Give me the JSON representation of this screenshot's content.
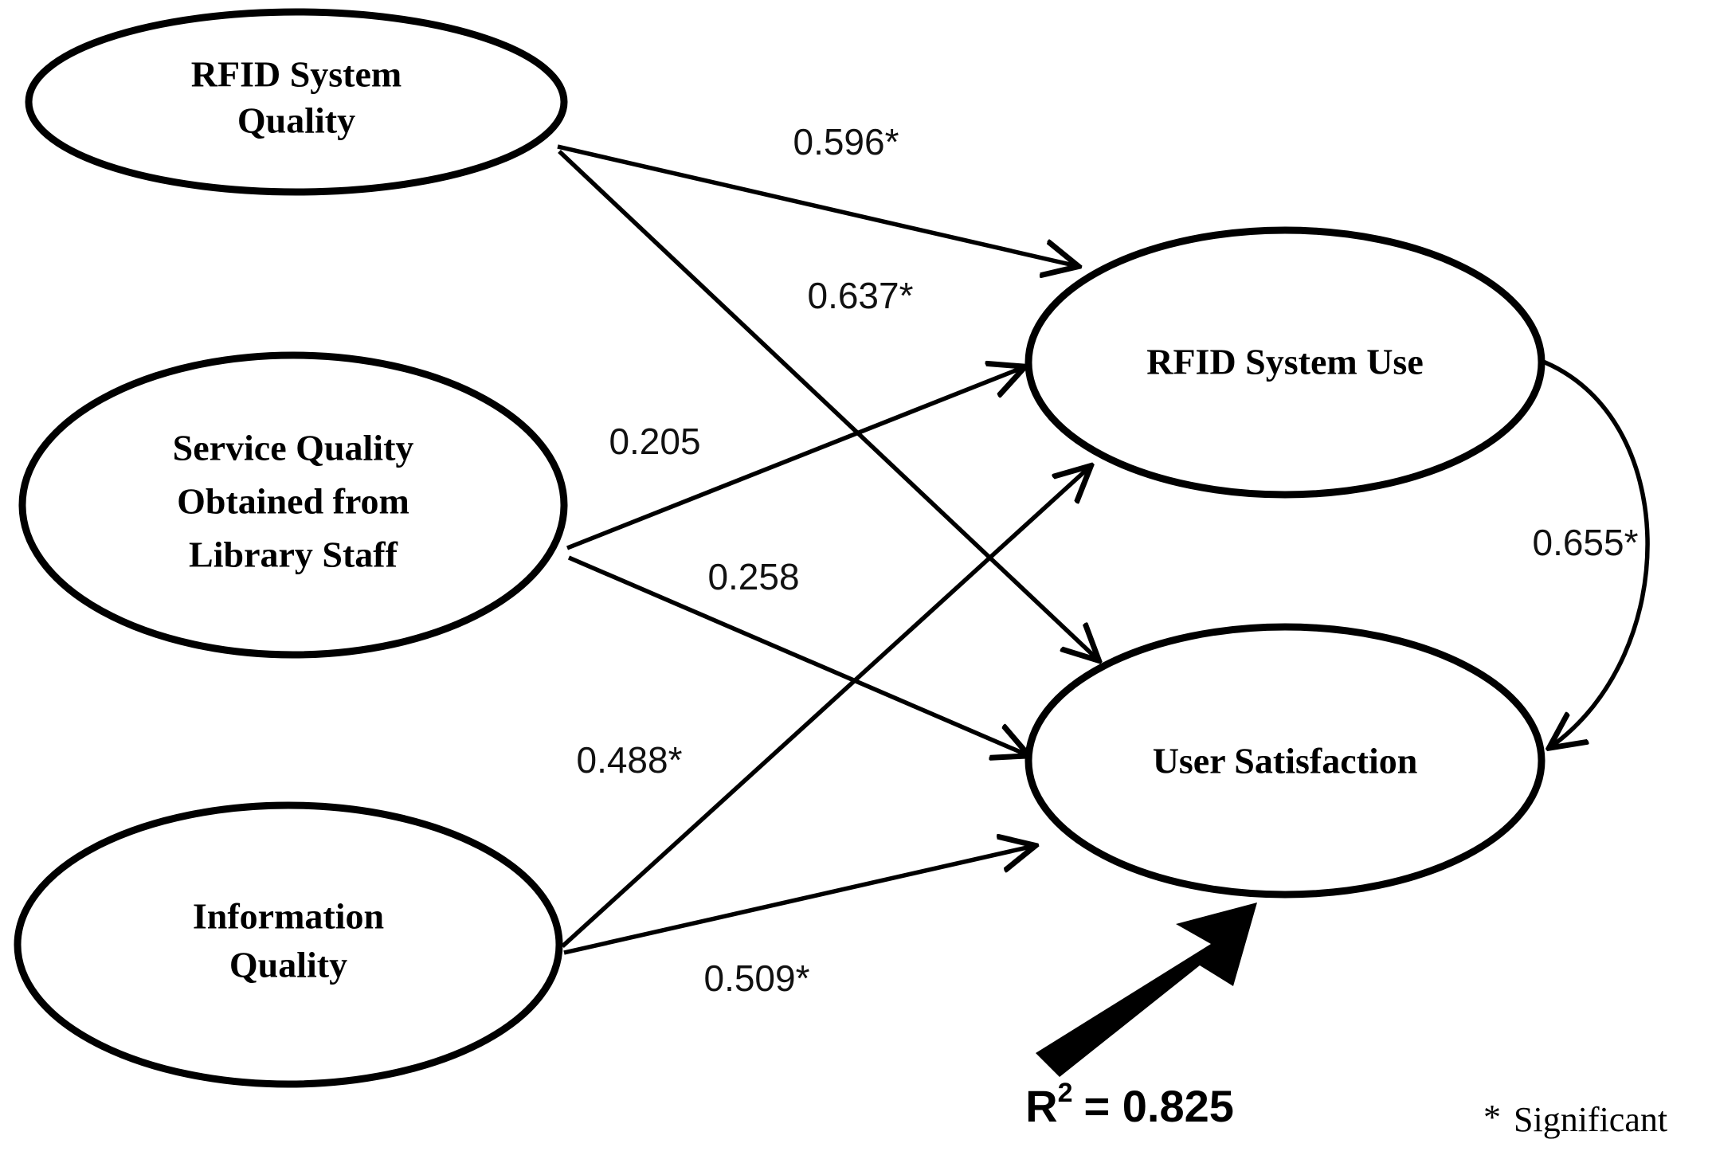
{
  "diagram": {
    "title": "RFID System Success Model Path Diagram",
    "line_color": "#000000",
    "background_color": "#ffffff"
  },
  "nodes": [
    {
      "id": "rfid-system-quality",
      "lines": [
        "RFID System",
        "Quality"
      ]
    },
    {
      "id": "service-quality",
      "lines": [
        "Service Quality",
        "Obtained from",
        "Library Staff"
      ]
    },
    {
      "id": "information-quality",
      "lines": [
        "Information",
        "Quality"
      ]
    },
    {
      "id": "rfid-system-use",
      "lines": [
        "RFID System Use"
      ]
    },
    {
      "id": "user-satisfaction",
      "lines": [
        "User Satisfaction"
      ]
    }
  ],
  "paths": [
    {
      "id": "sysq-to-use",
      "from": "rfid-system-quality",
      "to": "rfid-system-use",
      "coefficient": "0.596*",
      "significant": true
    },
    {
      "id": "sysq-to-sat",
      "from": "rfid-system-quality",
      "to": "user-satisfaction",
      "coefficient": "0.637*",
      "significant": true
    },
    {
      "id": "servq-to-use",
      "from": "service-quality",
      "to": "rfid-system-use",
      "coefficient": "0.205",
      "significant": false
    },
    {
      "id": "servq-to-sat",
      "from": "service-quality",
      "to": "user-satisfaction",
      "coefficient": "0.258",
      "significant": false
    },
    {
      "id": "infoq-to-use",
      "from": "information-quality",
      "to": "rfid-system-use",
      "coefficient": "0.488*",
      "significant": true
    },
    {
      "id": "infoq-to-sat",
      "from": "information-quality",
      "to": "user-satisfaction",
      "coefficient": "0.509*",
      "significant": true
    },
    {
      "id": "use-to-sat",
      "from": "rfid-system-use",
      "to": "user-satisfaction",
      "coefficient": "0.655*",
      "significant": true
    }
  ],
  "annotations": {
    "r_squared_base": "R",
    "r_squared_exponent": "2",
    "r_squared_value": "= 0.825"
  },
  "legend": {
    "marker": "*",
    "text": "Significant"
  },
  "chart_data": {
    "type": "diagram",
    "title": "RFID System Success Model Path Diagram",
    "nodes": [
      "RFID System Quality",
      "Service Quality Obtained from Library Staff",
      "Information Quality",
      "RFID System Use",
      "User Satisfaction"
    ],
    "edges": [
      {
        "source": "RFID System Quality",
        "target": "RFID System Use",
        "value": 0.596,
        "significant": true
      },
      {
        "source": "RFID System Quality",
        "target": "User Satisfaction",
        "value": 0.637,
        "significant": true
      },
      {
        "source": "Service Quality Obtained from Library Staff",
        "target": "RFID System Use",
        "value": 0.205,
        "significant": false
      },
      {
        "source": "Service Quality Obtained from Library Staff",
        "target": "User Satisfaction",
        "value": 0.258,
        "significant": false
      },
      {
        "source": "Information Quality",
        "target": "RFID System Use",
        "value": 0.488,
        "significant": true
      },
      {
        "source": "Information Quality",
        "target": "User Satisfaction",
        "value": 0.509,
        "significant": true
      },
      {
        "source": "RFID System Use",
        "target": "User Satisfaction",
        "value": 0.655,
        "significant": true
      }
    ],
    "r_squared": 0.825,
    "r_squared_target": "User Satisfaction",
    "legend": "* Significant"
  }
}
